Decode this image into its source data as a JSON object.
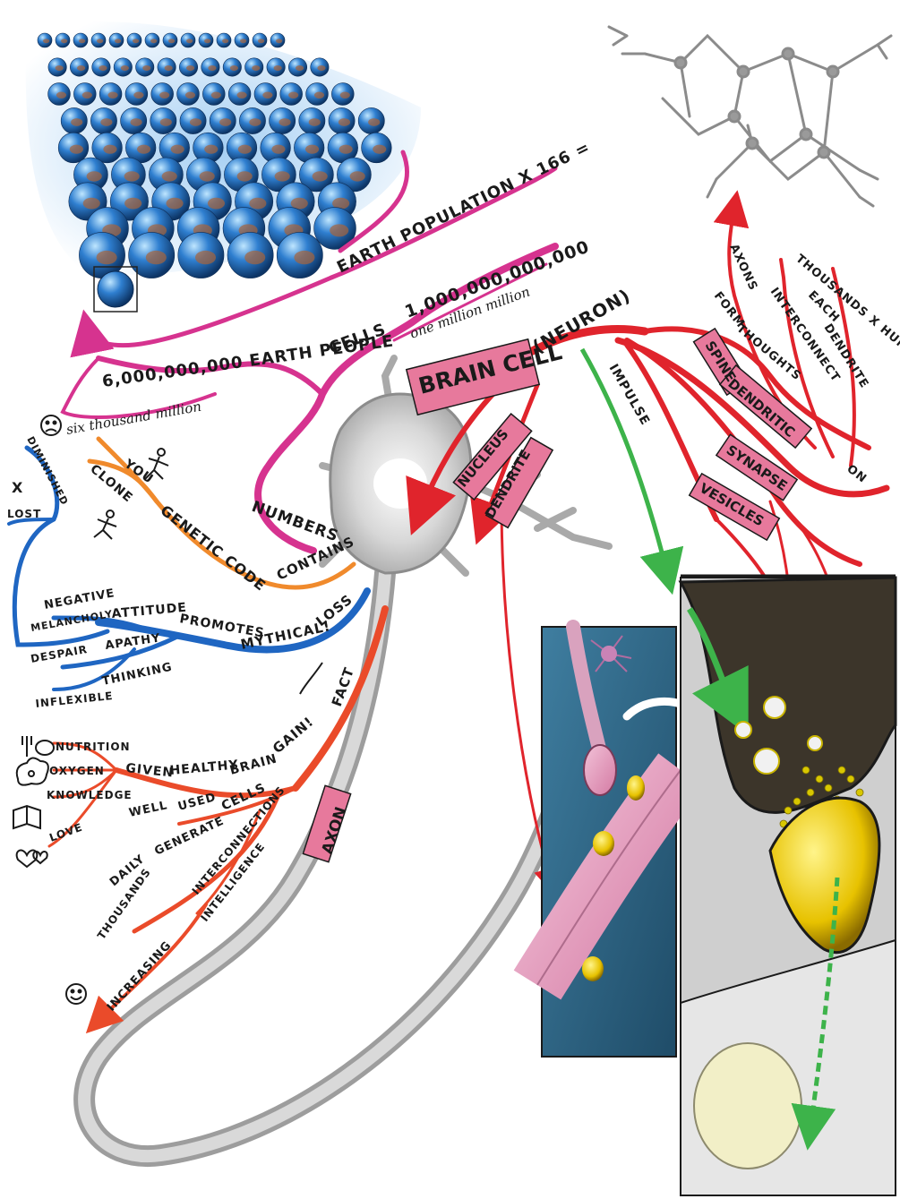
{
  "colors": {
    "magenta": "#d6338f",
    "red": "#e0242c",
    "green": "#3db34a",
    "blue": "#1f66c2",
    "orange": "#f08a2c",
    "red_orange": "#ea4b2a",
    "pink_box": "#e7799c",
    "neuron_gray": "#b9b9b9"
  },
  "numbers_branch": {
    "population_formula": "EARTH POPULATION X 166 =",
    "big_number": "1,000,000,000,000",
    "big_number_words": "one million million",
    "cells": "CELLS",
    "earth_people": "6,000,000,000 EARTH PEOPLE",
    "six_words": "six thousand million",
    "numbers": "NUMBERS"
  },
  "center": {
    "brain_cell": "BRAIN CELL",
    "neuron": "(NEURON)",
    "nucleus": "NUCLEUS",
    "dendrite": "DENDRITE",
    "axon": "AXON",
    "impulse": "IMPULSE",
    "spine": "SPINE",
    "dendritic": "DENDRITIC",
    "synapse": "SYNAPSE",
    "vesicles": "VESICLES"
  },
  "right_branch": {
    "axons": "AXONS",
    "form": "FORM",
    "thoughts": "THOUGHTS",
    "interconnect": "INTERCONNECT",
    "thousands_x_hundreds": "THOUSANDS X HUNDREDS",
    "each": "EACH",
    "dendrite": "DENDRITE",
    "on": "ON"
  },
  "genetic_branch": {
    "clone": "CLONE",
    "you": "YOU",
    "genetic_code": "GENETIC CODE",
    "contains": "CONTAINS"
  },
  "loss_branch": {
    "diminished": "DIMINISHED",
    "x": "X",
    "lost": "LOST",
    "negative": "NEGATIVE",
    "attitude": "ATTITUDE",
    "promotes": "PROMOTES",
    "mythical": "MYTHICAL!",
    "loss": "LOSS",
    "melancholy": "MELANCHOLY",
    "apathy": "APATHY",
    "despair": "DESPAIR",
    "thinking": "THINKING",
    "inflexible": "INFLEXIBLE"
  },
  "gain_branch": {
    "fact": "FACT",
    "gain": "GAIN!",
    "brain": "BRAIN",
    "healthy": "HEALTHY",
    "given": "GIVEN",
    "nutrition": "NUTRITION",
    "oxygen": "OXYGEN",
    "knowledge": "KNOWLEDGE",
    "love": "LOVE",
    "well": "WELL",
    "used": "USED",
    "cells": "CELLS",
    "generate": "GENERATE",
    "daily": "DAILY",
    "thousands": "THOUSANDS",
    "interconnections": "INTERCONNECTIONS",
    "intelligence": "INTELLIGENCE",
    "increasing": "INCREASING"
  }
}
